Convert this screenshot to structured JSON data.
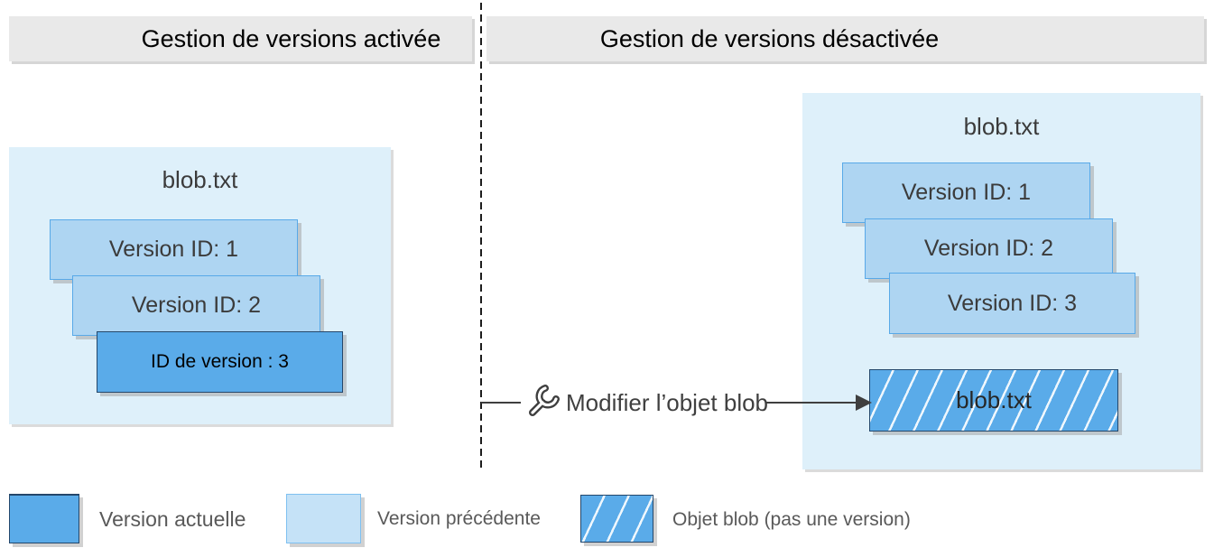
{
  "headers": {
    "left": "Gestion de versions activée",
    "right": "Gestion de versions désactivée"
  },
  "left_panel": {
    "title": "blob.txt",
    "versions": [
      {
        "label": "Version ID: 1",
        "type": "previous"
      },
      {
        "label": "Version ID: 2",
        "type": "previous"
      },
      {
        "label": "ID de version : 3",
        "type": "current"
      }
    ]
  },
  "right_panel": {
    "title": "blob.txt",
    "versions": [
      {
        "label": "Version ID: 1",
        "type": "previous"
      },
      {
        "label": "Version ID: 2",
        "type": "previous"
      },
      {
        "label": "Version ID: 3",
        "type": "previous"
      }
    ],
    "blob_label": "blob.txt"
  },
  "action": {
    "icon": "wrench-icon",
    "label": "Modifier l’objet blob"
  },
  "legend": {
    "items": [
      {
        "swatch": "current-version-swatch",
        "label": "Version actuelle"
      },
      {
        "swatch": "previous-version-swatch",
        "label": "Version précédente"
      },
      {
        "swatch": "blob-hatched-swatch",
        "label": "Objet blob (pas une version)"
      }
    ]
  },
  "colors": {
    "current_version_fill": "#5aabe9",
    "previous_version_fill": "#aed5f2",
    "legend_previous_fill": "#c5e2f7",
    "panel_background": "#def0fa",
    "header_background": "#e9e9e9",
    "dark_border": "#24476b",
    "light_border": "#58a9e8",
    "line_color": "#3f3f3f"
  }
}
